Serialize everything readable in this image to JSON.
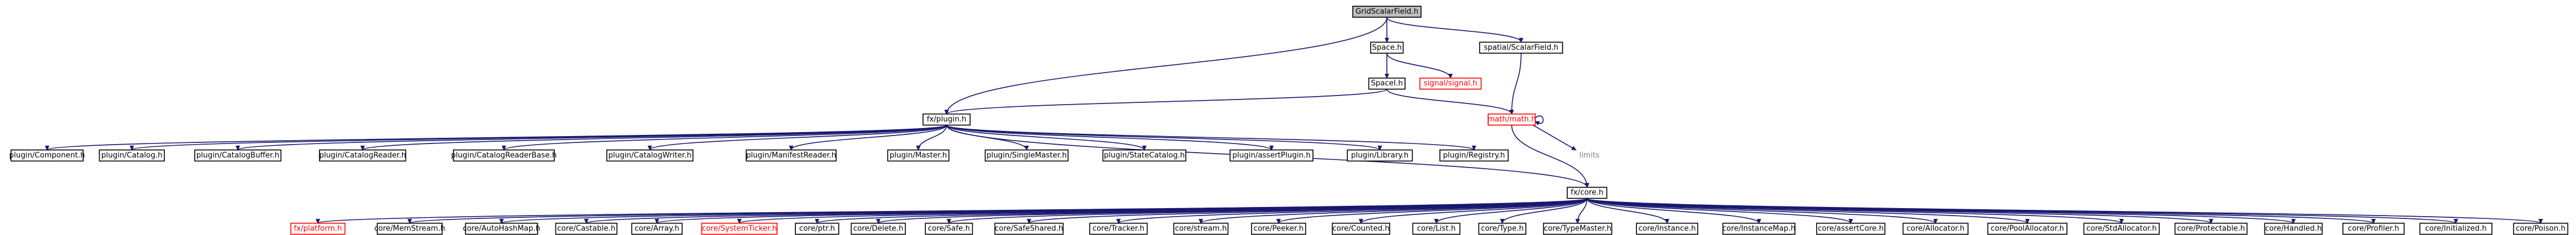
{
  "nodes": [
    {
      "id": "root",
      "label": "GridScalarField.h",
      "style": "root"
    },
    {
      "id": "space",
      "label": "Space.h"
    },
    {
      "id": "spatialscalar",
      "label": "spatial/ScalarField.h"
    },
    {
      "id": "spacei",
      "label": "SpaceI.h"
    },
    {
      "id": "signal",
      "label": "signal/signal.h",
      "style": "red"
    },
    {
      "id": "fxplugin",
      "label": "fx/plugin.h"
    },
    {
      "id": "mathmath",
      "label": "math/math.h",
      "style": "red"
    },
    {
      "id": "limits",
      "label": "limits",
      "style": "bare"
    },
    {
      "id": "p_component",
      "label": "plugin/Component.h"
    },
    {
      "id": "p_catalog",
      "label": "plugin/Catalog.h"
    },
    {
      "id": "p_catalogbuffer",
      "label": "plugin/CatalogBuffer.h"
    },
    {
      "id": "p_catalogreader",
      "label": "plugin/CatalogReader.h"
    },
    {
      "id": "p_catalogreaderbase",
      "label": "plugin/CatalogReaderBase.h"
    },
    {
      "id": "p_catalogwriter",
      "label": "plugin/CatalogWriter.h"
    },
    {
      "id": "p_manifestreader",
      "label": "plugin/ManifestReader.h"
    },
    {
      "id": "p_master",
      "label": "plugin/Master.h"
    },
    {
      "id": "p_singlemaster",
      "label": "plugin/SingleMaster.h"
    },
    {
      "id": "p_statecatalog",
      "label": "plugin/StateCatalog.h"
    },
    {
      "id": "p_assertplugin",
      "label": "plugin/assertPlugin.h"
    },
    {
      "id": "p_library",
      "label": "plugin/Library.h"
    },
    {
      "id": "p_registry",
      "label": "plugin/Registry.h"
    },
    {
      "id": "fxcore",
      "label": "fx/core.h"
    },
    {
      "id": "fxplatform",
      "label": "fx/platform.h",
      "style": "red"
    },
    {
      "id": "c_memstream",
      "label": "core/MemStream.h"
    },
    {
      "id": "c_autohashmap",
      "label": "core/AutoHashMap.h"
    },
    {
      "id": "c_castable",
      "label": "core/Castable.h"
    },
    {
      "id": "c_array",
      "label": "core/Array.h"
    },
    {
      "id": "c_systemticker",
      "label": "core/SystemTicker.h",
      "style": "red"
    },
    {
      "id": "c_ptr",
      "label": "core/ptr.h"
    },
    {
      "id": "c_delete",
      "label": "core/Delete.h"
    },
    {
      "id": "c_safe",
      "label": "core/Safe.h"
    },
    {
      "id": "c_safeshared",
      "label": "core/SafeShared.h"
    },
    {
      "id": "c_tracker",
      "label": "core/Tracker.h"
    },
    {
      "id": "c_stream",
      "label": "core/stream.h"
    },
    {
      "id": "c_peeker",
      "label": "core/Peeker.h"
    },
    {
      "id": "c_counted",
      "label": "core/Counted.h"
    },
    {
      "id": "c_list",
      "label": "core/List.h"
    },
    {
      "id": "c_type",
      "label": "core/Type.h"
    },
    {
      "id": "c_typemaster",
      "label": "core/TypeMaster.h"
    },
    {
      "id": "c_instance",
      "label": "core/Instance.h"
    },
    {
      "id": "c_instancemap",
      "label": "core/InstanceMap.h"
    },
    {
      "id": "c_assertcore",
      "label": "core/assertCore.h"
    },
    {
      "id": "c_allocator",
      "label": "core/Allocator.h"
    },
    {
      "id": "c_poolallocator",
      "label": "core/PoolAllocator.h"
    },
    {
      "id": "c_stdallocator",
      "label": "core/StdAllocator.h"
    },
    {
      "id": "c_protectable",
      "label": "core/Protectable.h"
    },
    {
      "id": "c_handled",
      "label": "core/Handled.h"
    },
    {
      "id": "c_profiler",
      "label": "core/Profiler.h"
    },
    {
      "id": "c_initialized",
      "label": "core/Initialized.h"
    },
    {
      "id": "c_poison",
      "label": "core/Poison.h"
    }
  ],
  "edges": [
    [
      "root",
      "space"
    ],
    [
      "root",
      "spatialscalar"
    ],
    [
      "root",
      "fxplugin"
    ],
    [
      "space",
      "spacei"
    ],
    [
      "space",
      "signal"
    ],
    [
      "spatialscalar",
      "mathmath"
    ],
    [
      "spacei",
      "fxplugin"
    ],
    [
      "spacei",
      "mathmath"
    ],
    [
      "mathmath",
      "mathmath"
    ],
    [
      "mathmath",
      "limits"
    ],
    [
      "mathmath",
      "fxcore"
    ],
    [
      "fxplugin",
      "p_component"
    ],
    [
      "fxplugin",
      "p_catalog"
    ],
    [
      "fxplugin",
      "p_catalogbuffer"
    ],
    [
      "fxplugin",
      "p_catalogreader"
    ],
    [
      "fxplugin",
      "p_catalogreaderbase"
    ],
    [
      "fxplugin",
      "p_catalogwriter"
    ],
    [
      "fxplugin",
      "p_manifestreader"
    ],
    [
      "fxplugin",
      "p_master"
    ],
    [
      "fxplugin",
      "p_singlemaster"
    ],
    [
      "fxplugin",
      "p_statecatalog"
    ],
    [
      "fxplugin",
      "p_assertplugin"
    ],
    [
      "fxplugin",
      "p_library"
    ],
    [
      "fxplugin",
      "p_registry"
    ],
    [
      "fxplugin",
      "fxcore"
    ],
    [
      "fxcore",
      "fxplatform"
    ],
    [
      "fxcore",
      "c_memstream"
    ],
    [
      "fxcore",
      "c_autohashmap"
    ],
    [
      "fxcore",
      "c_castable"
    ],
    [
      "fxcore",
      "c_array"
    ],
    [
      "fxcore",
      "c_systemticker"
    ],
    [
      "fxcore",
      "c_ptr"
    ],
    [
      "fxcore",
      "c_delete"
    ],
    [
      "fxcore",
      "c_safe"
    ],
    [
      "fxcore",
      "c_safeshared"
    ],
    [
      "fxcore",
      "c_tracker"
    ],
    [
      "fxcore",
      "c_stream"
    ],
    [
      "fxcore",
      "c_peeker"
    ],
    [
      "fxcore",
      "c_counted"
    ],
    [
      "fxcore",
      "c_list"
    ],
    [
      "fxcore",
      "c_type"
    ],
    [
      "fxcore",
      "c_typemaster"
    ],
    [
      "fxcore",
      "c_instance"
    ],
    [
      "fxcore",
      "c_instancemap"
    ],
    [
      "fxcore",
      "c_assertcore"
    ],
    [
      "fxcore",
      "c_allocator"
    ],
    [
      "fxcore",
      "c_poolallocator"
    ],
    [
      "fxcore",
      "c_stdallocator"
    ],
    [
      "fxcore",
      "c_protectable"
    ],
    [
      "fxcore",
      "c_handled"
    ],
    [
      "fxcore",
      "c_profiler"
    ],
    [
      "fxcore",
      "c_initialized"
    ],
    [
      "fxcore",
      "c_poison"
    ]
  ],
  "colors": {
    "edge": "#191970",
    "root_fill": "#bfbfbf",
    "node_border": "#000000",
    "missing_border": "#ff0000",
    "external_text": "#7f7f7f"
  }
}
